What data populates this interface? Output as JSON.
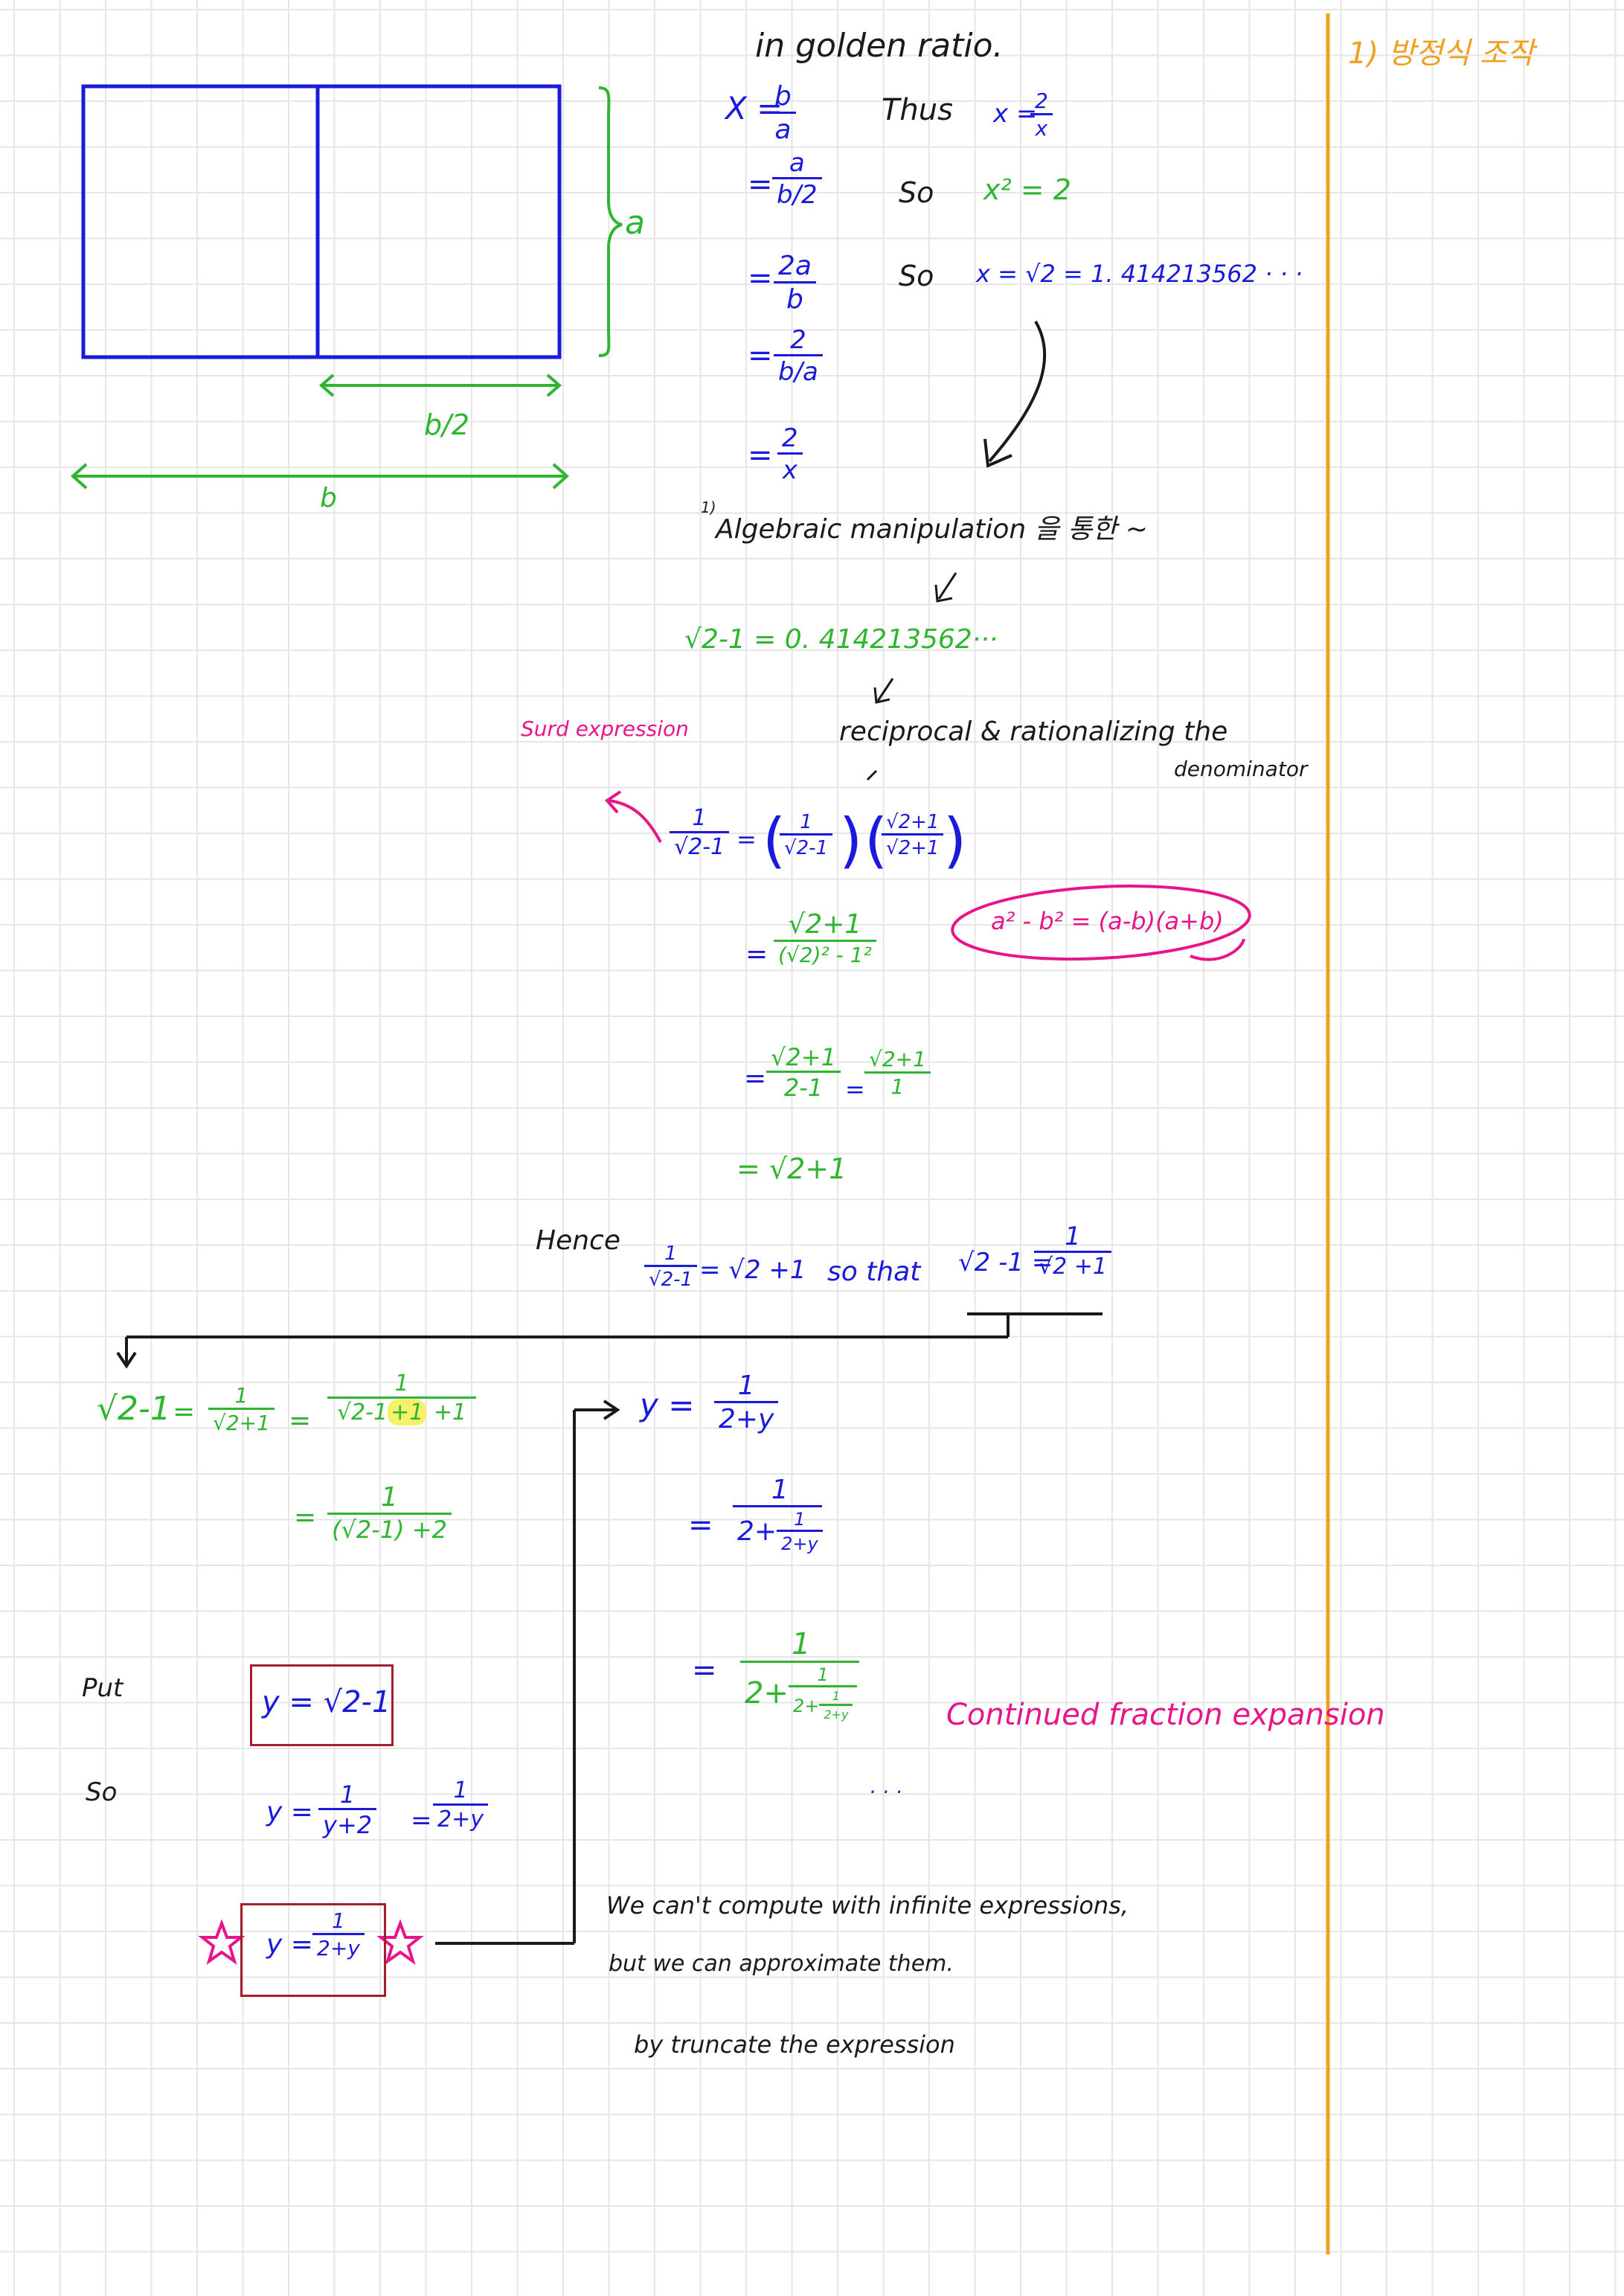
{
  "header": {
    "note_label": "1) 방정식 조작",
    "title": "in golden ratio."
  },
  "diagram": {
    "side_a": "a",
    "half_b": "b/2",
    "side_b": "b"
  },
  "derivation": {
    "x_eq": "X =",
    "b": "b",
    "a": "a",
    "b_over_2": "b/2",
    "eq": "=",
    "two_a": "2a",
    "two": "2",
    "b_over_a": "b/a",
    "x": "x"
  },
  "result": {
    "thus": "Thus",
    "so1": "So",
    "so2": "So",
    "x_eq": "x =",
    "x_squared": "x² = 2",
    "x_value": "x = √2  = 1. 414213562 · · ·"
  },
  "notes": {
    "algebraic": "Algebraic manipulation 을 통한 ~",
    "footnote_mark": "1)",
    "sqrt2_minus_1": "√2-1 = 0. 414213562···",
    "reciprocal": "reciprocal & rationalizing  the",
    "denominator": "denominator",
    "surd": "Surd  expression"
  },
  "rationalize": {
    "one": "1",
    "sqrt2m1": "√2-1",
    "sqrt2p1": "√2+1",
    "eq": "=",
    "den_squares": "(√2)² - 1²",
    "two_minus_one": "2-1",
    "result": "= √2+1",
    "identity": "a² - b² = (a-b)(a+b)"
  },
  "hence": {
    "label": "Hence",
    "lhs_den": "√2-1",
    "rhs": "= √2 +1",
    "so_that": "so  that",
    "sqrt2m1": "√2 -1 =",
    "den": "√2 +1"
  },
  "left_expansion": {
    "sqrt2m1": "√2-1",
    "eq": "=",
    "one": "1",
    "sqrt2p1": "√2+1",
    "big_den_a": "√2-1",
    "big_den_b": "+1",
    "big_den_c": " +1",
    "den2": "(√2-1) +2"
  },
  "put": {
    "put_label": "Put",
    "y_def": "y = √2-1",
    "so_label": "So",
    "y_eq": "y =",
    "y_plus_2": "y+2",
    "two_plus_y": "2+y",
    "final_y": "y ="
  },
  "continued": {
    "y_eq": "y =",
    "eq": "=",
    "one": "1",
    "two_plus_y": "2+y",
    "two_plus": "2+",
    "dots": "· · ·",
    "label": "Continued  fraction  expansion"
  },
  "closing": {
    "line1": "We  can't  compute  with  infinite  expressions,",
    "line2": "but  we   can  approximate  them.",
    "line3": "by   truncate  the  expression"
  },
  "colors": {
    "blue": "#1a1adb",
    "green": "#2fb52f",
    "pink": "#e8158a",
    "box_red": "#a31f2a",
    "margin_orange": "#f0a020"
  }
}
